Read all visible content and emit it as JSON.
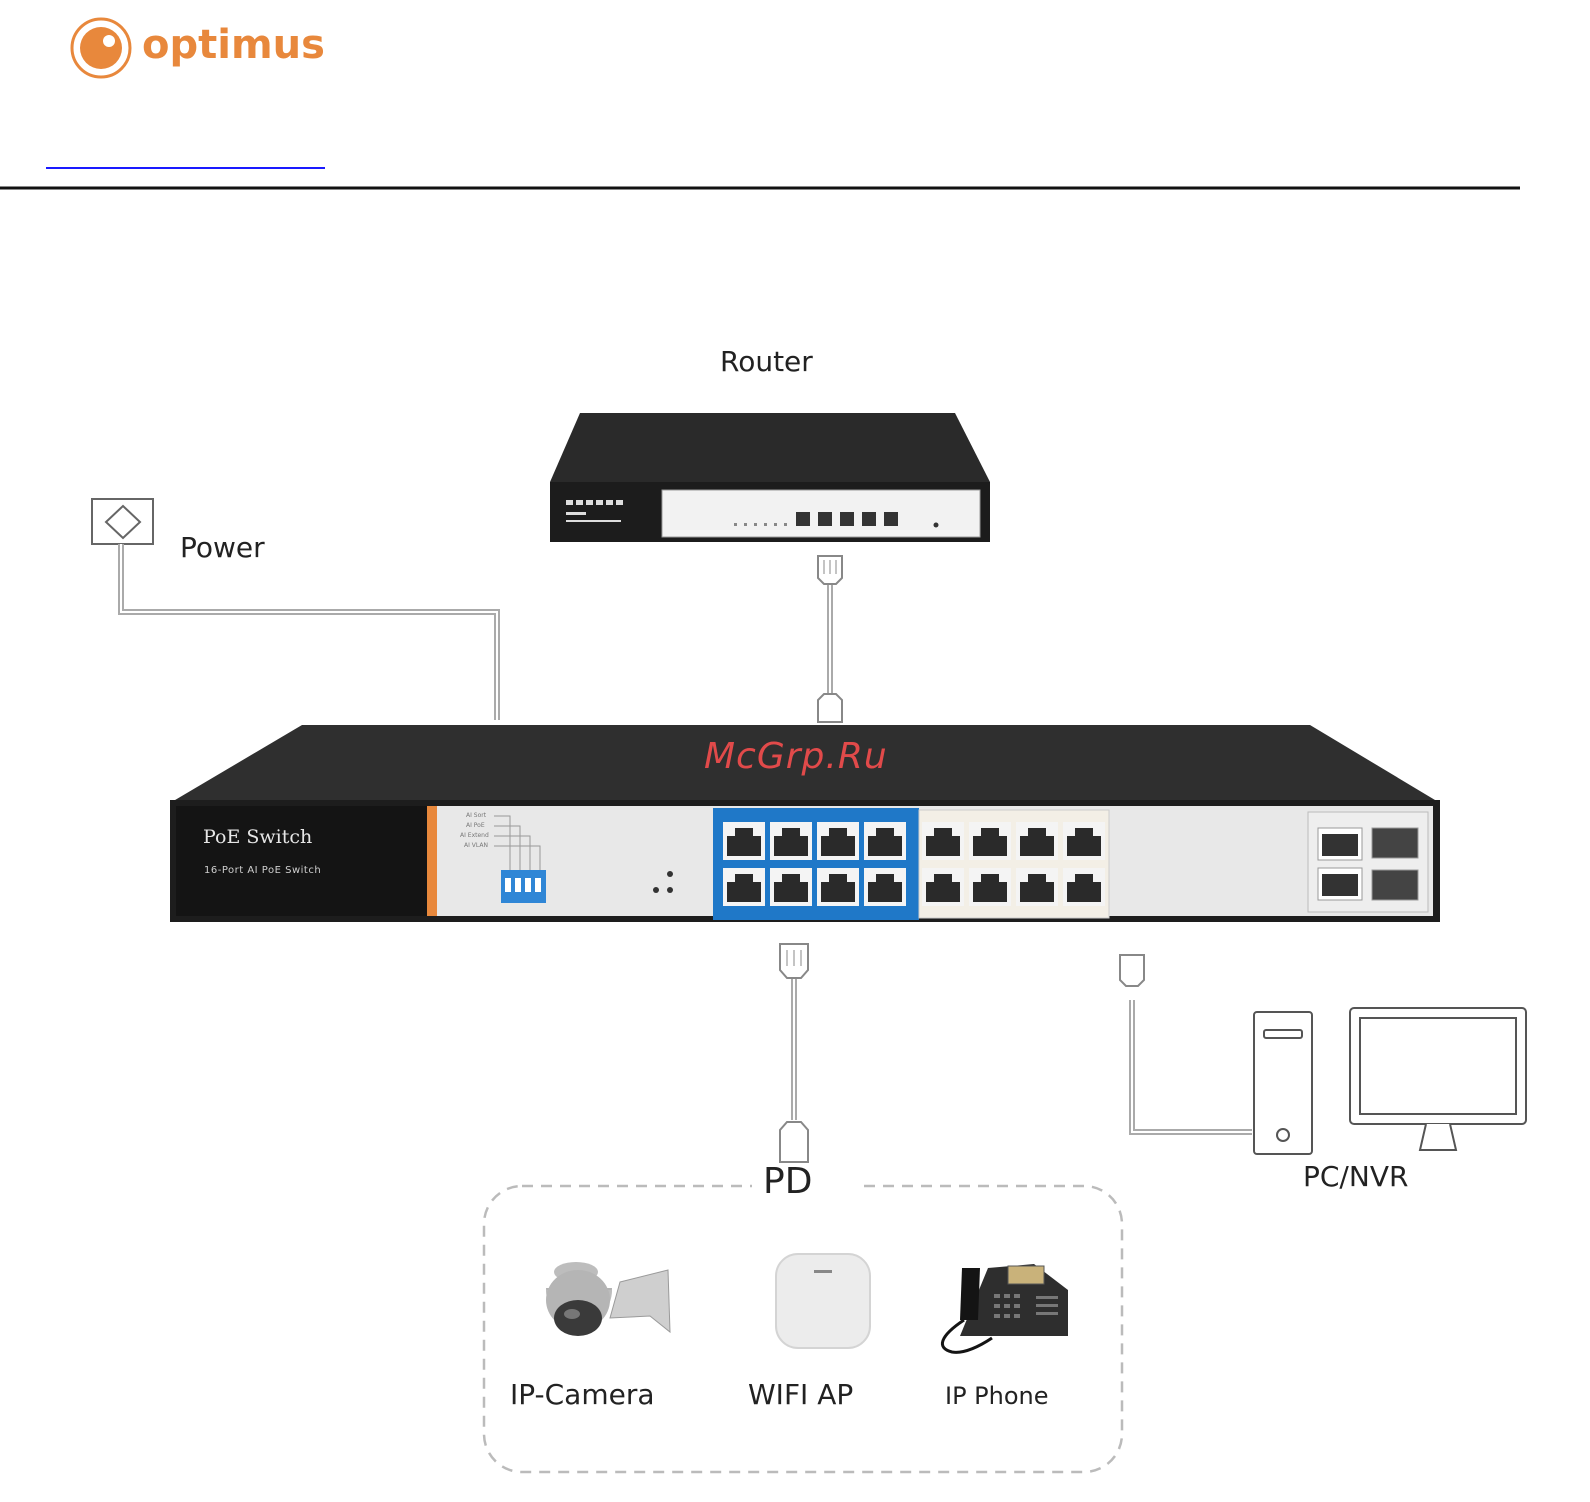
{
  "logo": {
    "text": "optimus",
    "color": "#e8883c"
  },
  "header": {
    "rule_color": "#111111",
    "link_color": "#1a1aff"
  },
  "watermark": "McGrp.Ru",
  "router": {
    "label": "Router"
  },
  "power": {
    "label": "Power"
  },
  "switch": {
    "title": "PoE Switch",
    "subtitle": "16-Port AI PoE Switch",
    "dip_labels": [
      "AI Sort",
      "AI PoE",
      "AI Extend",
      "AI VLAN"
    ],
    "poe_port_highlight_color": "#1f78c8"
  },
  "pc_nvr": {
    "label": "PC/NVR"
  },
  "pd": {
    "label": "PD",
    "devices": [
      {
        "label": "IP-Camera"
      },
      {
        "label": "WIFI AP"
      },
      {
        "label": "IP Phone"
      }
    ]
  }
}
